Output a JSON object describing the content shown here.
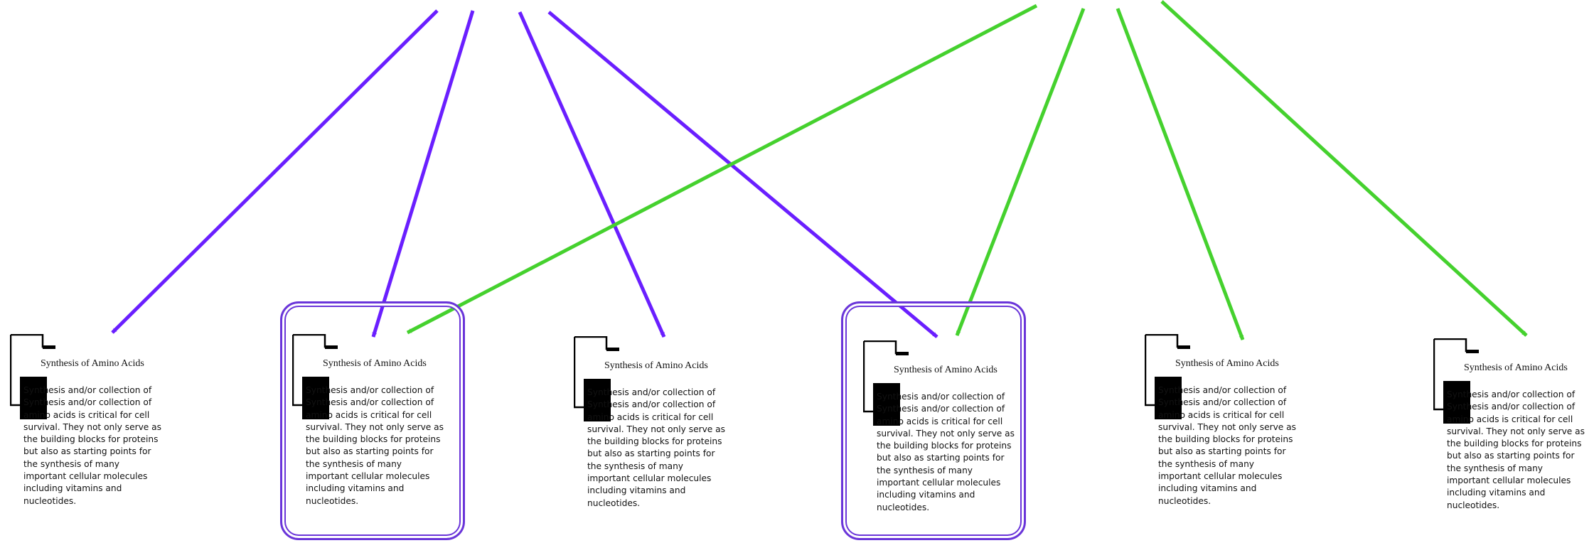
{
  "colors": {
    "purple": "#6a1fff",
    "green": "#45d12e",
    "frame": "#6a35d9"
  },
  "cards": [
    {
      "title": "Synthesis of Amino Acids",
      "body": "Synthesis and/or collection of Synthesis and/or collection of amino acids is critical for cell survival. They not only serve as the building blocks for proteins but also as starting points for the synthesis of many important cellular molecules including vitamins and nucleotides."
    },
    {
      "title": "Synthesis of Amino Acids",
      "body": "Synthesis and/or collection of Synthesis and/or collection of amino acids is critical for cell survival. They not only serve as the building blocks for proteins but also as starting points for the synthesis of many important cellular molecules including vitamins and nucleotides."
    },
    {
      "title": "Synthesis of Amino Acids",
      "body": "Synthesis and/or collection of Synthesis and/or collection of amino acids is critical for cell survival. They not only serve as the building blocks for proteins but also as starting points for the synthesis of many important cellular molecules including vitamins and nucleotides."
    },
    {
      "title": "Synthesis of Amino Acids",
      "body": "Synthesis and/or collection of Synthesis and/or collection of amino acids is critical for cell survival. They not only serve as the building blocks for proteins but also as starting points for the synthesis of many important cellular molecules including vitamins and nucleotides."
    },
    {
      "title": "Synthesis of Amino Acids",
      "body": "Synthesis and/or collection of Synthesis and/or collection of amino acids is critical for cell survival. They not only serve as the building blocks for proteins but also as starting points for the synthesis of many important cellular molecules including vitamins and nucleotides."
    },
    {
      "title": "Synthesis of Amino Acids",
      "body": "Synthesis and/or collection of Synthesis and/or collection of amino acids is critical for cell survival. They not only serve as the building blocks for proteins but also as starting points for the synthesis of many important cellular molecules including vitamins and nucleotides."
    }
  ],
  "highlighted_cards": [
    1,
    3
  ]
}
